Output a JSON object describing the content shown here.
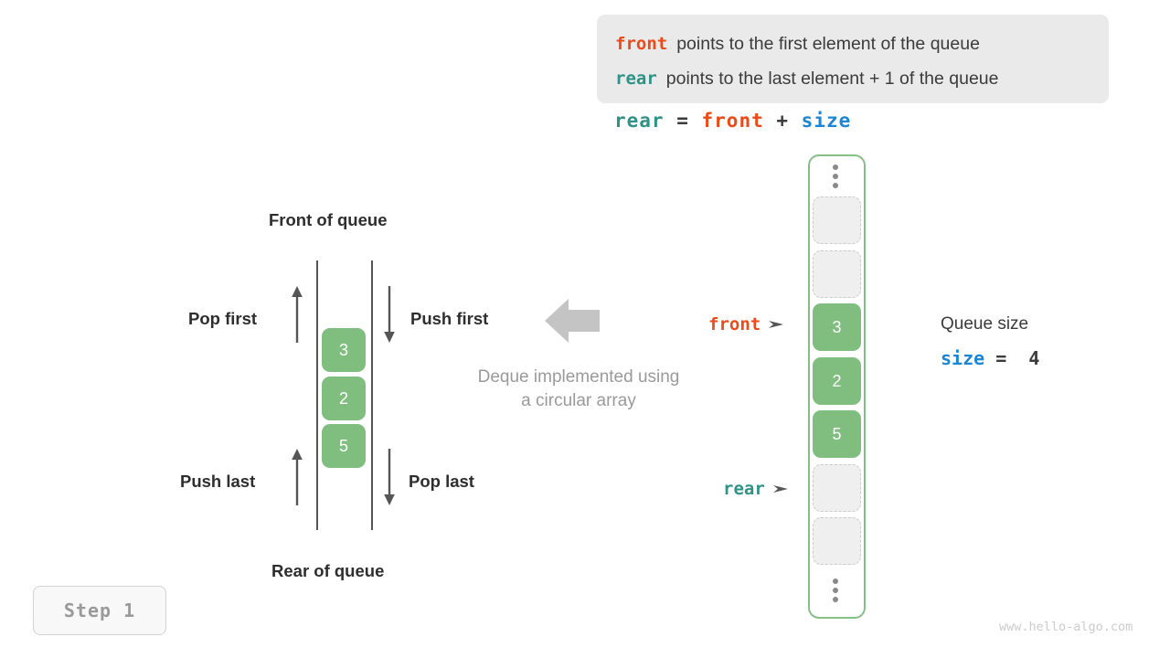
{
  "legend": {
    "front_keyword": "front",
    "front_text": "points to the first element of the queue",
    "rear_keyword": "rear",
    "rear_text": "points to the last element + 1 of the queue"
  },
  "formula": {
    "lhs": "rear",
    "eq": " = ",
    "op1": "front",
    "plus": " + ",
    "op2": "size"
  },
  "deque_diagram": {
    "front_of_queue_label": "Front of queue",
    "rear_of_queue_label": "Rear of queue",
    "pop_first_label": "Pop first",
    "push_first_label": "Push first",
    "push_last_label": "Push last",
    "pop_last_label": "Pop last",
    "cells": [
      "3",
      "2",
      "5"
    ],
    "caption_line1": "Deque implemented using",
    "caption_line2": "a circular array"
  },
  "array": {
    "pointer_front_label": "front",
    "pointer_rear_label": "rear",
    "slots": [
      {
        "value": "",
        "state": "empty"
      },
      {
        "value": "",
        "state": "empty"
      },
      {
        "value": "3",
        "state": "filled"
      },
      {
        "value": "2",
        "state": "filled"
      },
      {
        "value": "5",
        "state": "filled"
      },
      {
        "value": "",
        "state": "empty"
      },
      {
        "value": "",
        "state": "empty"
      }
    ]
  },
  "queue_size": {
    "label": "Queue size",
    "var_name": "size",
    "expression": " =  4",
    "value": 4
  },
  "step_badge": {
    "label": "Step 1"
  },
  "watermark": {
    "text": "www.hello-algo.com"
  },
  "colors": {
    "front": "#ec4a18",
    "rear": "#2f9287",
    "size": "#1b85d6",
    "cell_fill": "#7fbe7f",
    "container_border": "#86bf86",
    "empty_cell": "#efefef",
    "legend_bg": "#eaeaea",
    "muted_text": "#9a9a9a"
  }
}
